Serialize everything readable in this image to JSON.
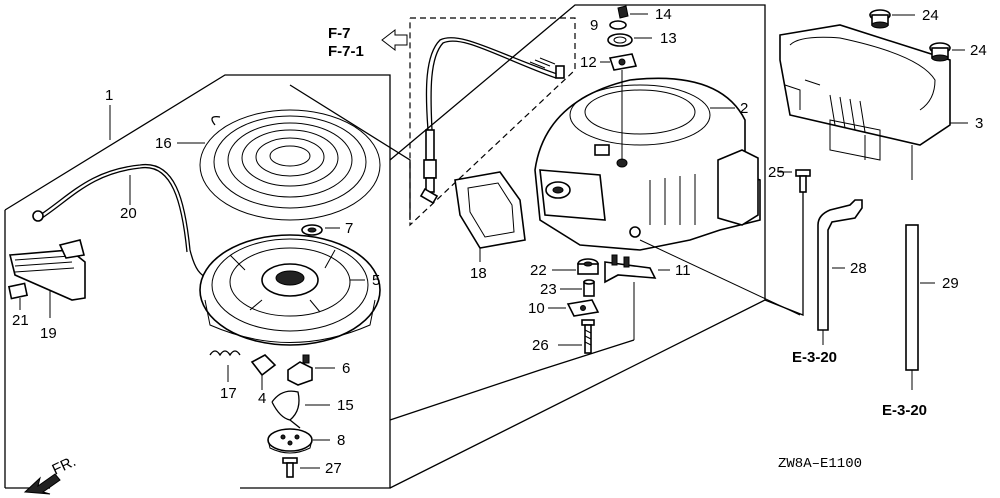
{
  "callouts": {
    "c1": "1",
    "c2": "2",
    "c3": "3",
    "c4": "4",
    "c5": "5",
    "c6": "6",
    "c7": "7",
    "c8": "8",
    "c9": "9",
    "c10": "10",
    "c11": "11",
    "c12": "12",
    "c13": "13",
    "c14": "14",
    "c15": "15",
    "c16": "16",
    "c17": "17",
    "c18": "18",
    "c19": "19",
    "c20": "20",
    "c21": "21",
    "c22": "22",
    "c23": "23",
    "c24a": "24",
    "c24b": "24",
    "c25": "25",
    "c26": "26",
    "c27": "27",
    "c28": "28",
    "c29": "29"
  },
  "references": {
    "f7": "F-7",
    "f71": "F-7-1",
    "e320a": "E-3-20",
    "e320b": "E-3-20"
  },
  "diagram_code": "ZW8A–E1100",
  "front_marker": "FR."
}
